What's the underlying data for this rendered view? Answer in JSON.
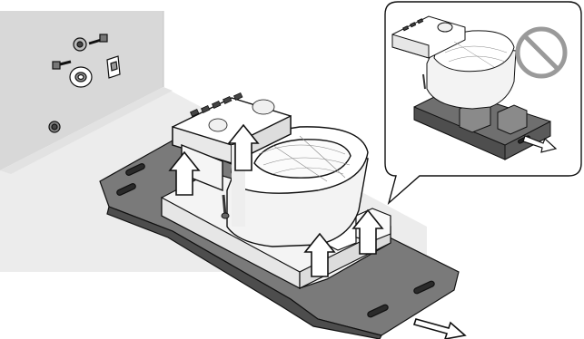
{
  "figure": {
    "scene": "toilet-unpacking-instruction",
    "text_labels": []
  },
  "colors": {
    "wall": "#d8d8d8",
    "floor_band": "#ececec",
    "packaging_tray": "#7f7f7f",
    "tray_dark": "#5a5a5a",
    "box_inner": "#f6f6f6",
    "toilet_body": "#f3f3f3",
    "outline": "#111111",
    "arrow_fill": "#ffffff",
    "prohibition": "#9a9a9a"
  },
  "callout": {
    "meaning": "do-not-pull-tray-out-while-toilet-inside",
    "prohibition_icon": "prohibition-sign-icon"
  },
  "arrows": {
    "lift_count": 4,
    "pull_tray_direction": "down-right"
  }
}
